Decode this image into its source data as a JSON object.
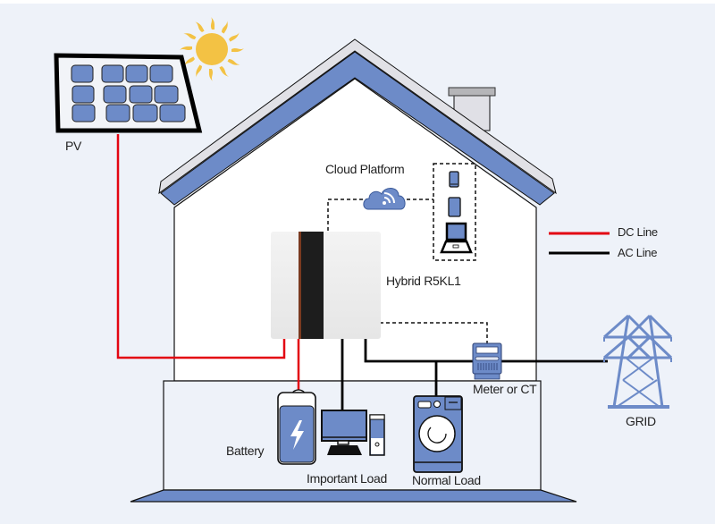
{
  "labels": {
    "pv": "PV",
    "cloud_platform": "Cloud Platform",
    "inverter": "Hybrid R5KL1",
    "meter": "Meter or CT",
    "grid": "GRID",
    "battery": "Battery",
    "important_load": "Important Load",
    "normal_load": "Normal Load"
  },
  "legend": [
    {
      "label": "DC Line",
      "color": "#e30613"
    },
    {
      "label": "AC Line",
      "color": "#000000"
    }
  ],
  "colors": {
    "background": "#eef2f9",
    "accent_blue": "#6d8bc8",
    "sun": "#f3c244",
    "dc_line": "#e30613",
    "ac_line": "#000000"
  },
  "icons": [
    "sun-icon",
    "solar-panel-icon",
    "cloud-wifi-icon",
    "phone-icon",
    "tablet-icon",
    "laptop-icon",
    "inverter-icon",
    "meter-icon",
    "transmission-tower-icon",
    "battery-icon",
    "desktop-computer-icon",
    "washing-machine-icon"
  ]
}
